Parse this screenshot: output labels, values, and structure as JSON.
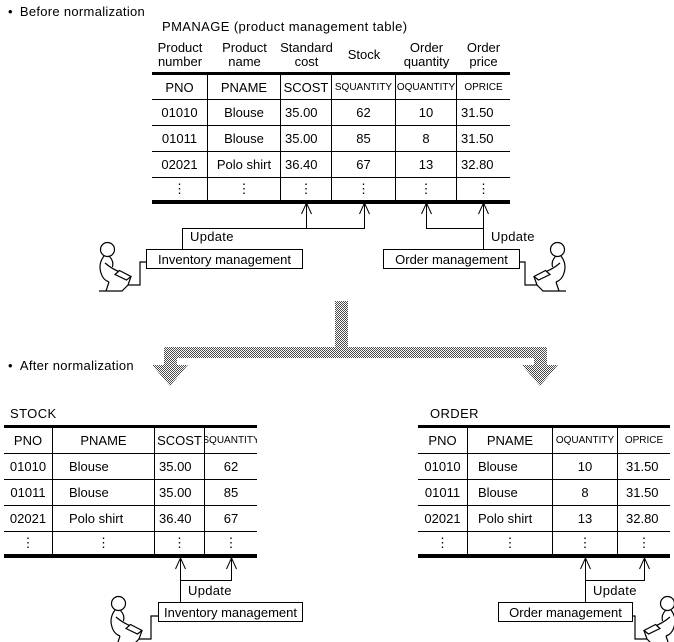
{
  "labels": {
    "bullet": "•",
    "before": "Before normalization",
    "after": "After normalization",
    "update": "Update",
    "inventory_box": "Inventory management",
    "order_box": "Order management"
  },
  "glyphs": {
    "vdots": "⋮"
  },
  "pmanage": {
    "title": "PMANAGE (product management table)",
    "field_labels": [
      "Product\nnumber",
      "Product\nname",
      "Standard\ncost",
      "Stock",
      "Order\nquantity",
      "Order\nprice"
    ],
    "columns": [
      "PNO",
      "PNAME",
      "SCOST",
      "SQUANTITY",
      "OQUANTITY",
      "OPRICE"
    ],
    "rows": [
      [
        "01010",
        "Blouse",
        "35.00",
        "62",
        "10",
        "31.50"
      ],
      [
        "01011",
        "Blouse",
        "35.00",
        "85",
        "8",
        "31.50"
      ],
      [
        "02021",
        "Polo shirt",
        "36.40",
        "67",
        "13",
        "32.80"
      ]
    ]
  },
  "stock": {
    "title": "STOCK",
    "columns": [
      "PNO",
      "PNAME",
      "SCOST",
      "SQUANTITY"
    ],
    "rows": [
      [
        "01010",
        "Blouse",
        "35.00",
        "62"
      ],
      [
        "01011",
        "Blouse",
        "35.00",
        "85"
      ],
      [
        "02021",
        "Polo shirt",
        "36.40",
        "67"
      ]
    ]
  },
  "order": {
    "title": "ORDER",
    "columns": [
      "PNO",
      "PNAME",
      "OQUANTITY",
      "OPRICE"
    ],
    "rows": [
      [
        "01010",
        "Blouse",
        "10",
        "31.50"
      ],
      [
        "01011",
        "Blouse",
        "8",
        "31.50"
      ],
      [
        "02021",
        "Polo shirt",
        "13",
        "32.80"
      ]
    ]
  },
  "colors": {
    "ink": "#000000",
    "paper": "#ffffff",
    "arrow_stipple": "#4a4a4a"
  }
}
